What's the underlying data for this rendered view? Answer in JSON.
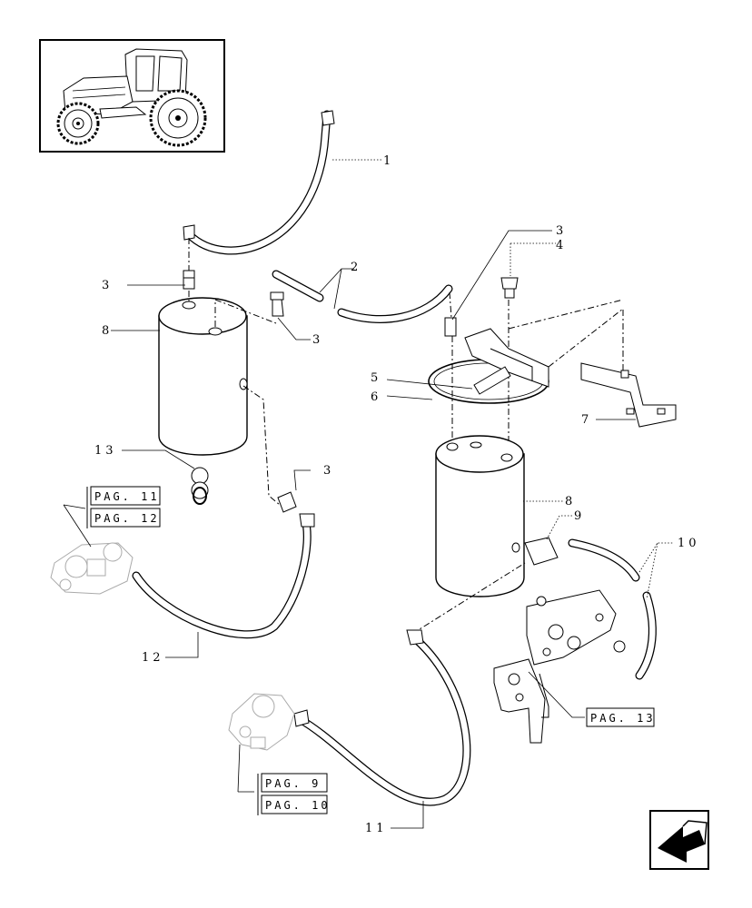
{
  "callouts": {
    "c1": "1",
    "c2": "2",
    "c3a": "3",
    "c3b": "3",
    "c3c": "3",
    "c3d": "3",
    "c4": "4",
    "c5": "5",
    "c6": "6",
    "c7": "7",
    "c8a": "8",
    "c8b": "8",
    "c9": "9",
    "c10": "10",
    "c11": "11",
    "c12": "12",
    "c13": "13"
  },
  "page_refs": {
    "r11": "PAG. 11",
    "r12": "PAG. 12",
    "r13": "PAG. 13",
    "r9": "PAG. 9",
    "r10": "PAG. 10"
  },
  "icons": {
    "thumbnail": "tractor-thumbnail-icon",
    "nav": "back-arrow-icon"
  }
}
